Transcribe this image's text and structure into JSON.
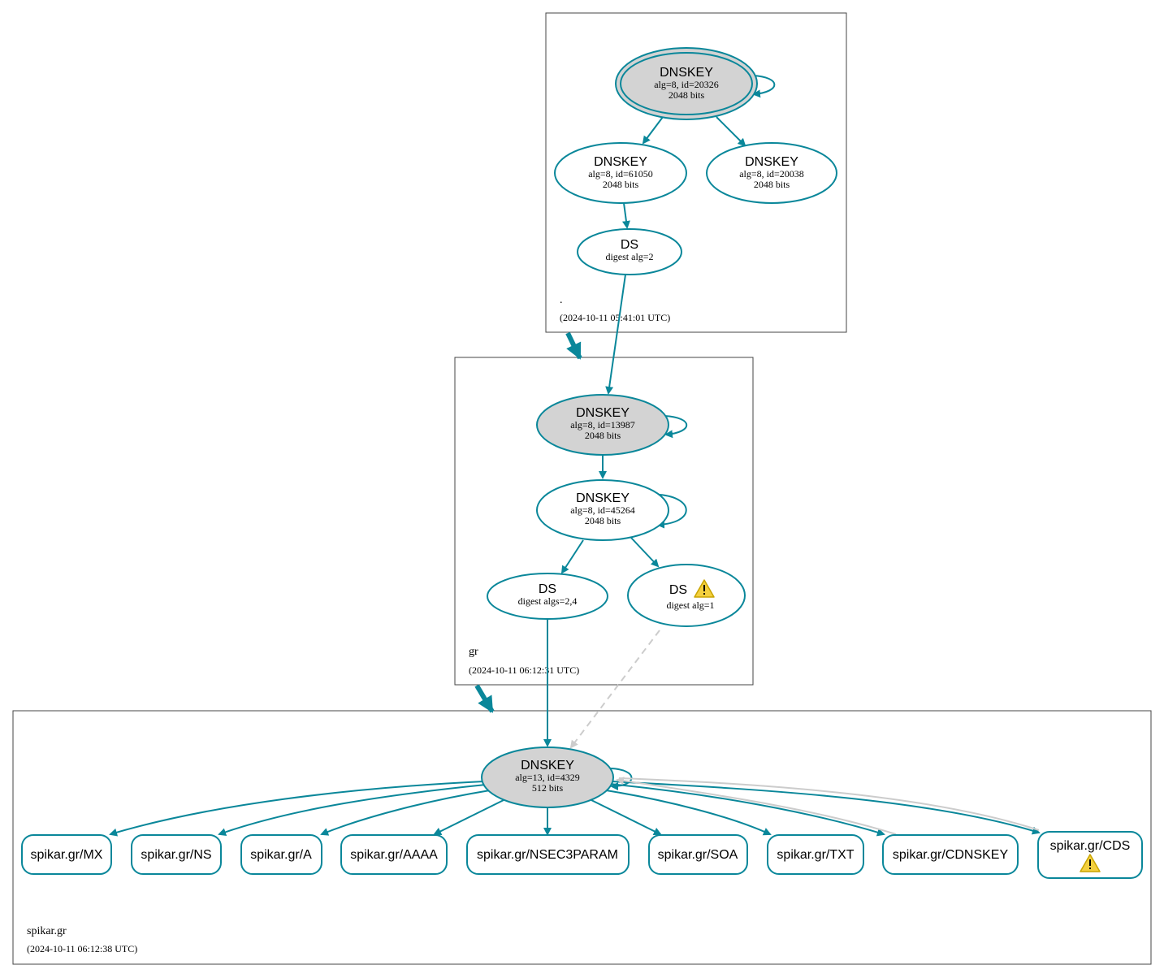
{
  "colors": {
    "edge": "#0a879a",
    "sep_fill": "#d3d3d3",
    "insecure_edge": "#cccccc",
    "warning": "#f4d03f"
  },
  "zones": {
    "root": {
      "name": ".",
      "timestamp": "(2024-10-11 05:41:01 UTC)"
    },
    "gr": {
      "name": "gr",
      "timestamp": "(2024-10-11 06:12:31 UTC)"
    },
    "spikar": {
      "name": "spikar.gr",
      "timestamp": "(2024-10-11 06:12:38 UTC)"
    }
  },
  "nodes": {
    "root_ksk": {
      "title": "DNSKEY",
      "line1": "alg=8, id=20326",
      "line2": "2048 bits"
    },
    "root_zsk1": {
      "title": "DNSKEY",
      "line1": "alg=8, id=61050",
      "line2": "2048 bits"
    },
    "root_zsk2": {
      "title": "DNSKEY",
      "line1": "alg=8, id=20038",
      "line2": "2048 bits"
    },
    "root_ds": {
      "title": "DS",
      "line1": "digest alg=2"
    },
    "gr_ksk": {
      "title": "DNSKEY",
      "line1": "alg=8, id=13987",
      "line2": "2048 bits"
    },
    "gr_zsk": {
      "title": "DNSKEY",
      "line1": "alg=8, id=45264",
      "line2": "2048 bits"
    },
    "gr_ds1": {
      "title": "DS",
      "line1": "digest algs=2,4"
    },
    "gr_ds2": {
      "title": "DS",
      "line1": "digest alg=1",
      "icon": "warning-icon"
    },
    "spikar_ksk": {
      "title": "DNSKEY",
      "line1": "alg=13, id=4329",
      "line2": "512 bits"
    }
  },
  "rrsets": {
    "mx": "spikar.gr/MX",
    "ns": "spikar.gr/NS",
    "a": "spikar.gr/A",
    "aaaa": "spikar.gr/AAAA",
    "nsec3param": "spikar.gr/NSEC3PARAM",
    "soa": "spikar.gr/SOA",
    "txt": "spikar.gr/TXT",
    "cdnskey": "spikar.gr/CDNSKEY",
    "cds": "spikar.gr/CDS"
  }
}
